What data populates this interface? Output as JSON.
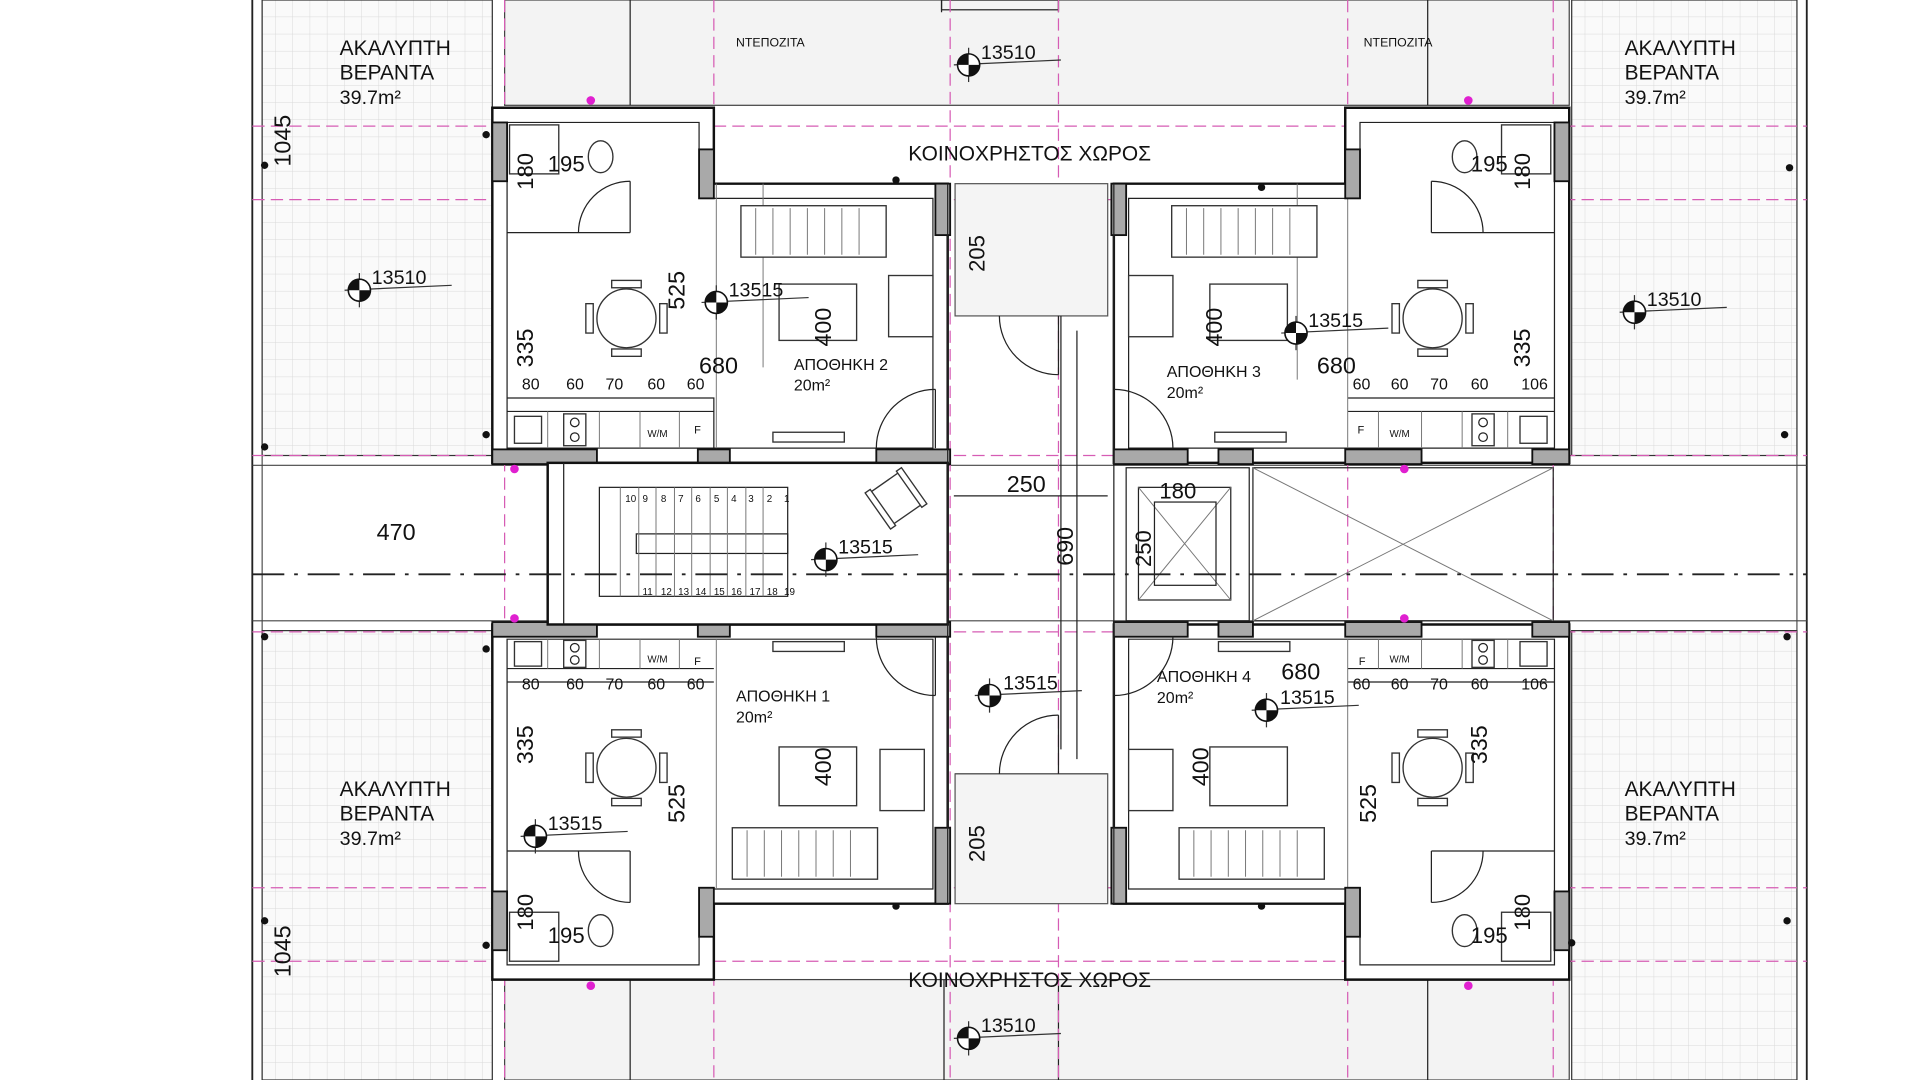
{
  "terraces": [
    {
      "line1": "ΑΚΑΛΥΠΤΗ",
      "line2": "ΒΕΡΑΝΤΑ",
      "area": "39.7m²"
    },
    {
      "line1": "ΑΚΑΛΥΠΤΗ",
      "line2": "ΒΕΡΑΝΤΑ",
      "area": "39.7m²"
    },
    {
      "line1": "ΑΚΑΛΥΠΤΗ",
      "line2": "ΒΕΡΑΝΤΑ",
      "area": "39.7m²"
    },
    {
      "line1": "ΑΚΑΛΥΠΤΗ",
      "line2": "ΒΕΡΑΝΤΑ",
      "area": "39.7m²"
    }
  ],
  "common_areas": [
    "ΚΟΙΝΟΧΡΗΣΤΟΣ ΧΩΡΟΣ",
    "ΚΟΙΝΟΧΡΗΣΤΟΣ ΧΩΡΟΣ"
  ],
  "water_tanks": [
    "ΝΤΕΠΟΖΙΤΑ",
    "ΝΤΕΠΟΖΙΤΑ"
  ],
  "storage_rooms": [
    {
      "name": "ΑΠΟΘΗΚΗ 1",
      "area": "20m²"
    },
    {
      "name": "ΑΠΟΘΗΚΗ 2",
      "area": "20m²"
    },
    {
      "name": "ΑΠΟΘΗΚΗ 3",
      "area": "20m²"
    },
    {
      "name": "ΑΠΟΘΗΚΗ 4",
      "area": "20m²"
    }
  ],
  "level_markers": {
    "l13510": [
      "13510",
      "13510",
      "13510",
      "13510"
    ],
    "l13515": [
      "13515",
      "13515",
      "13515",
      "13515",
      "13515",
      "13515"
    ]
  },
  "dimensions": {
    "terrace_depth": [
      "1045",
      "1045"
    ],
    "bath_width": [
      "195",
      "195",
      "195",
      "195"
    ],
    "bath_depth": [
      "180",
      "180",
      "180",
      "180"
    ],
    "unit_depth": [
      "525",
      "525",
      "525"
    ],
    "dining_depth": [
      "335",
      "335",
      "335",
      "335"
    ],
    "living_depth": [
      "400",
      "400",
      "400",
      "400"
    ],
    "unit_width": [
      "680",
      "680",
      "680"
    ],
    "lobby_depth": [
      "205",
      "205"
    ],
    "corridor_width": "250",
    "corridor_length": "690",
    "setback": "470",
    "lift_width": "180",
    "lift_depth": "250",
    "kitchen_left": [
      "80",
      "60",
      "70",
      "60",
      "60"
    ],
    "kitchen_right": [
      "60",
      "60",
      "70",
      "60",
      "106"
    ]
  },
  "stair_steps": [
    "1",
    "2",
    "3",
    "4",
    "5",
    "6",
    "7",
    "8",
    "9",
    "10",
    "11",
    "12",
    "13",
    "14",
    "15",
    "16",
    "17",
    "18",
    "19"
  ],
  "appliances": {
    "washer": "W/M",
    "fridge": "F"
  },
  "colors": {
    "grid_line": "#d65cb4",
    "wall_fill": "#a9a9a9",
    "terrace_grid": "#d9d9d9"
  }
}
